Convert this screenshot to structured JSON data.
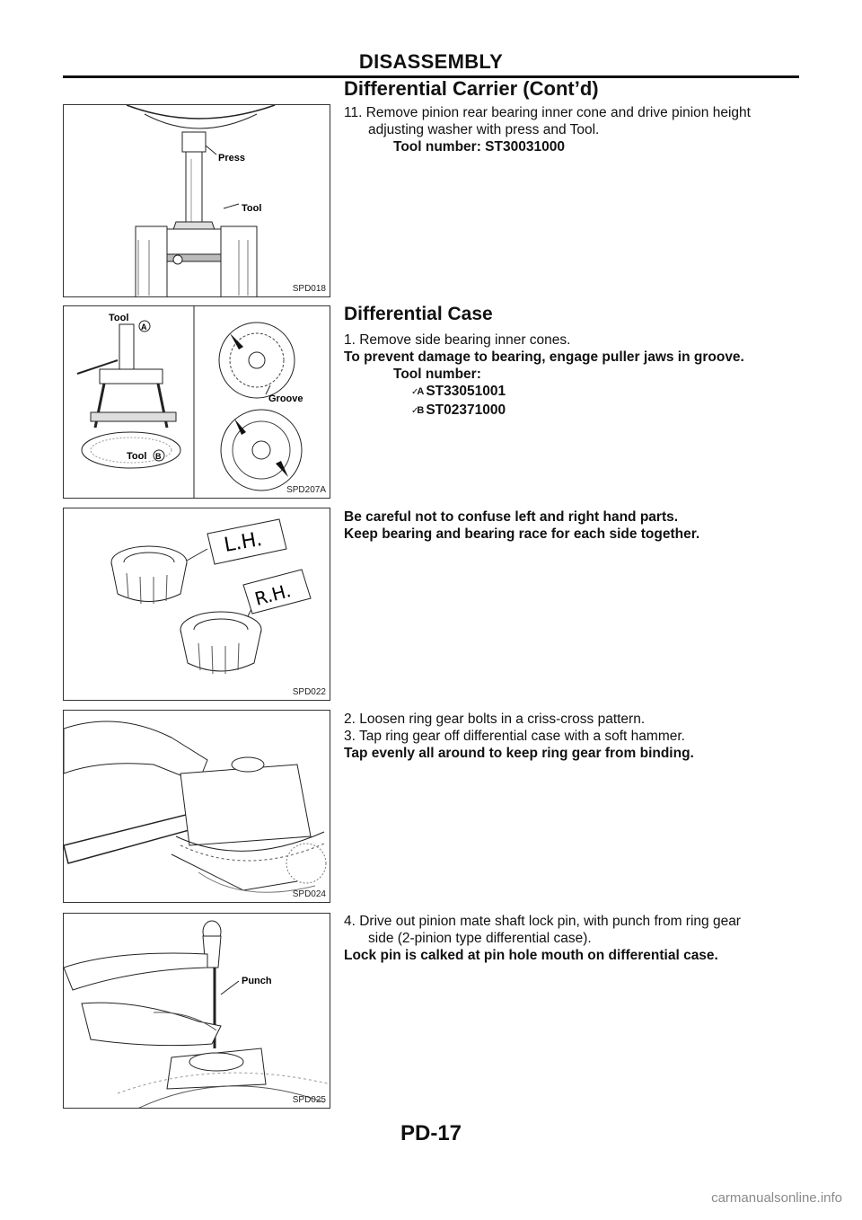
{
  "header": {
    "title": "DISASSEMBLY",
    "subtitle": "Differential Carrier (Cont’d)"
  },
  "figures": {
    "fig1": {
      "code": "SPD018",
      "labels": [
        "Press",
        "Tool"
      ]
    },
    "fig2": {
      "code": "SPD207A",
      "labels": [
        "Tool",
        "A",
        "Tool",
        "B",
        "Groove"
      ]
    },
    "fig3": {
      "code": "SPD022",
      "labels": [
        "L.H.",
        "R.H."
      ]
    },
    "fig4": {
      "code": "SPD024"
    },
    "fig5": {
      "code": "SPD025",
      "labels": [
        "Punch"
      ]
    }
  },
  "step11": {
    "text": "11. Remove pinion rear bearing inner cone and drive pinion height",
    "cont": "adjusting washer with press and Tool.",
    "tool": "Tool number: ST30031000"
  },
  "section": {
    "title": "Differential Case",
    "step1": "1. Remove side bearing inner cones.",
    "warning": "To prevent damage to bearing, engage puller jaws in groove.",
    "tool_label": "Tool number:",
    "tools": [
      {
        "marker": "A",
        "number": "ST33051001"
      },
      {
        "marker": "B",
        "number": "ST02371000"
      }
    ]
  },
  "caution": {
    "line1": "Be careful not to confuse left and right hand parts.",
    "line2": "Keep bearing and bearing race for each side together."
  },
  "steps23": {
    "step2": "2. Loosen ring gear bolts in a criss-cross pattern.",
    "step3": "3. Tap ring gear off differential case with a soft hammer.",
    "note": "Tap evenly all around to keep ring gear from binding."
  },
  "step4": {
    "text": "4. Drive out pinion mate shaft lock pin, with punch from ring gear",
    "cont": "side (2-pinion type differential case).",
    "note": "Lock pin is calked at pin hole mouth on differential case."
  },
  "footer": {
    "page_number": "PD-17",
    "url": "carmanualsonline.info"
  }
}
